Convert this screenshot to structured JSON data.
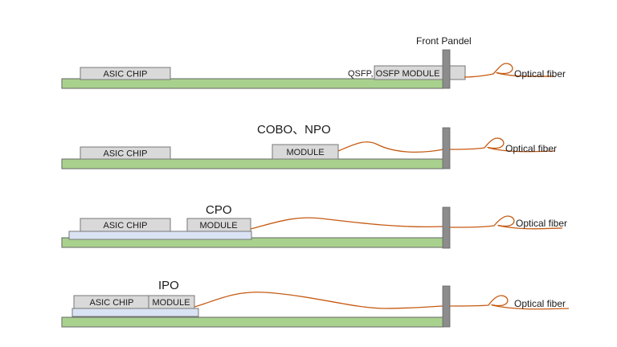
{
  "front_panel_label": "Front Pandel",
  "row1": {
    "asic": "ASIC CHIP",
    "module": "QSFP, OSFP MODULE",
    "fiber": "Optical fiber"
  },
  "row2": {
    "title": "COBO、NPO",
    "asic": "ASIC CHIP",
    "module": "MODULE",
    "fiber": "Optical fiber"
  },
  "row3": {
    "title": "CPO",
    "asic": "ASIC CHIP",
    "module": "MODULE",
    "fiber": "Optical fiber"
  },
  "row4": {
    "title": "IPO",
    "asic": "ASIC CHIP",
    "module": "MODULE",
    "fiber": "Optical fiber"
  },
  "colors": {
    "board": "#a9d18e",
    "chip": "#d9d9d9",
    "substrate": "#dae3f3",
    "panel": "#8c8c8c",
    "fiber": "#c55a11"
  }
}
